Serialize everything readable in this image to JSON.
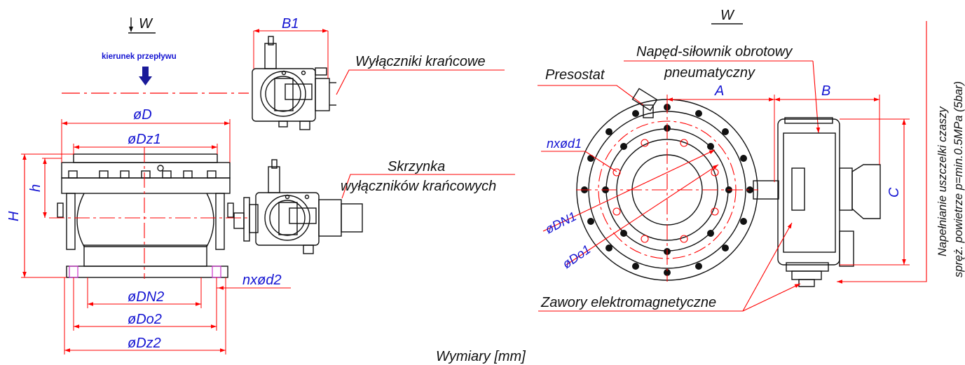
{
  "colors": {
    "dimension_line": "#ff0000",
    "dimension_text": "#1414d2",
    "outline": "#111111",
    "arrow_fill": "#1a1a99",
    "hole_marker": "#cc33cc"
  },
  "icons": [
    "flow-arrow-icon"
  ],
  "left_view": {
    "view_marker": "W",
    "flow_direction": "kierunek przepływu",
    "dim_B1": "B1",
    "dim_D": "øD",
    "dim_Dz1": "øDz1",
    "dim_H": "H",
    "dim_h": "h",
    "dim_DN2": "øDN2",
    "dim_Do2": "øDo2",
    "dim_Dz2": "øDz2",
    "dim_nxd2": "nxød2",
    "label_limit_switches": "Wyłączniki krańcowe",
    "label_box_line1": "Skrzynka",
    "label_box_line2": "wyłączników krańcowych"
  },
  "right_view": {
    "view_marker": "W",
    "label_actuator_line1": "Napęd-siłownik obrotowy",
    "label_actuator_line2": "pneumatyczny",
    "label_pressostat": "Presostat",
    "dim_A": "A",
    "dim_B": "B",
    "dim_C": "C",
    "dim_nxd1": "nxød1",
    "dim_DN1": "øDN1",
    "dim_Do1": "øDo1",
    "label_valves": "Zawory elektromagnetyczne",
    "note_line1": "Napełnianie uszczelki czaszy",
    "note_line2": "spręż. powietrze p=min.0.5MPa (5bar)"
  },
  "footer": {
    "units": "Wymiary [mm]"
  }
}
